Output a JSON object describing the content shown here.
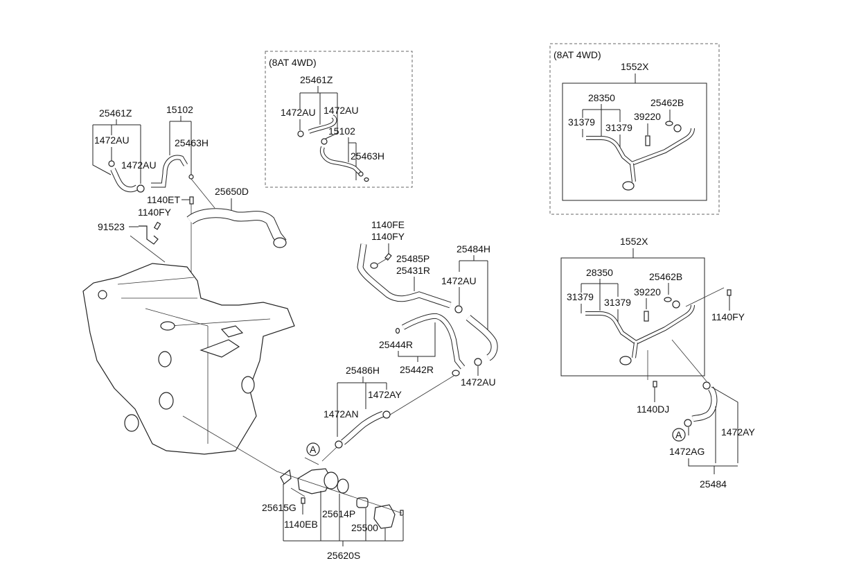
{
  "diagram": {
    "title": "Engine coolant pipe & hose assembly",
    "insets": [
      {
        "label": "(8AT 4WD)",
        "group": "upper-hose-variant"
      },
      {
        "label": "(8AT 4WD)",
        "group": "pipe-assembly-variant"
      }
    ],
    "labels": {
      "main_25461Z": "25461Z",
      "main_1472AU_a": "1472AU",
      "main_1472AU_b": "1472AU",
      "main_15102": "15102",
      "main_25463H": "25463H",
      "main_1140ET": "1140ET",
      "main_25650D": "25650D",
      "main_1140FY": "1140FY",
      "main_91523": "91523",
      "in1_25461Z": "25461Z",
      "in1_1472AU_a": "1472AU",
      "in1_1472AU_b": "1472AU",
      "in1_15102": "15102",
      "in1_25463H": "25463H",
      "in2_1552X": "1552X",
      "in2_28350": "28350",
      "in2_25462B": "25462B",
      "in2_31379_a": "31379",
      "in2_31379_b": "31379",
      "in2_39220": "39220",
      "mid_1140FE": "1140FE",
      "mid_1140FY": "1140FY",
      "mid_25485P": "25485P",
      "mid_25431R": "25431R",
      "mid_25484H": "25484H",
      "mid_1472AU_a": "1472AU",
      "mid_25444R": "25444R",
      "mid_25442R": "25442R",
      "mid_1472AU_b": "1472AU",
      "low_25486H": "25486H",
      "low_1472AY": "1472AY",
      "low_1472AN": "1472AN",
      "low_25615G": "25615G",
      "low_1140EB": "1140EB",
      "low_25614P": "25614P",
      "low_25500": "25500",
      "low_25620S": "25620S",
      "right_1552X": "1552X",
      "right_28350": "28350",
      "right_25462B": "25462B",
      "right_31379_a": "31379",
      "right_31379_b": "31379",
      "right_39220": "39220",
      "right_1140FY": "1140FY",
      "right_1140DJ": "1140DJ",
      "right_1472AY": "1472AY",
      "right_1472AG": "1472AG",
      "right_25484": "25484"
    },
    "reference_markers": [
      {
        "letter": "A",
        "location": "thermostat-housing"
      },
      {
        "letter": "A",
        "location": "hose-25484"
      }
    ]
  }
}
